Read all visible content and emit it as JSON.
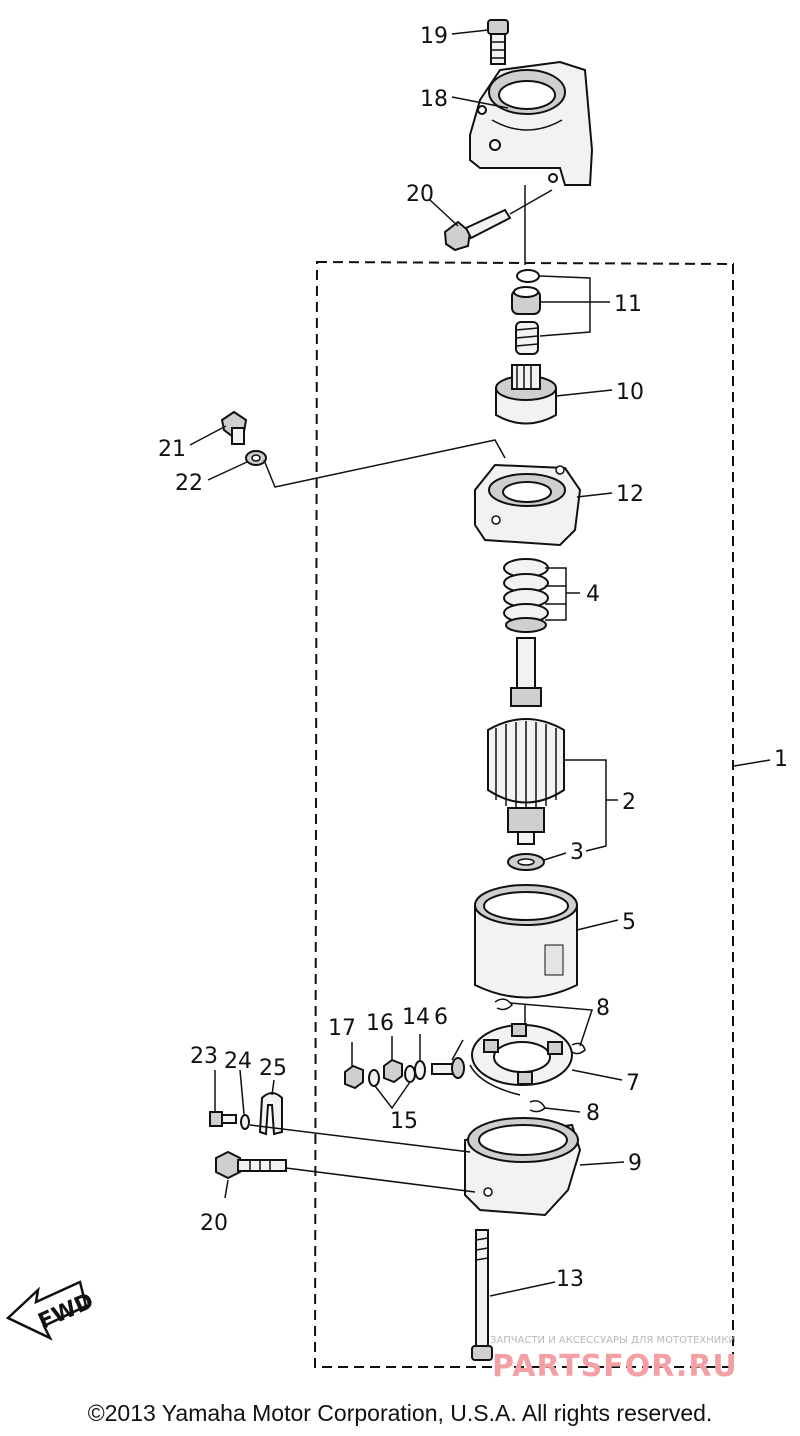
{
  "labels": {
    "p1": "1",
    "p2": "2",
    "p3": "3",
    "p4": "4",
    "p5": "5",
    "p6": "6",
    "p7": "7",
    "p8a": "8",
    "p8b": "8",
    "p9": "9",
    "p10": "10",
    "p11": "11",
    "p12": "12",
    "p13": "13",
    "p14": "14",
    "p15": "15",
    "p16": "16",
    "p17": "17",
    "p18": "18",
    "p19": "19",
    "p20a": "20",
    "p20b": "20",
    "p21": "21",
    "p22": "22",
    "p23": "23",
    "p24": "24",
    "p25": "25"
  },
  "fwd_label": "FWD",
  "watermark": {
    "caption": "ЗАПЧАСТИ И АКСЕССУАРЫ ДЛЯ МОТОТЕХНИКИ",
    "brand": "PARTSFOR.RU"
  },
  "copyright": "©2013 Yamaha Motor Corporation, U.S.A. All rights reserved."
}
